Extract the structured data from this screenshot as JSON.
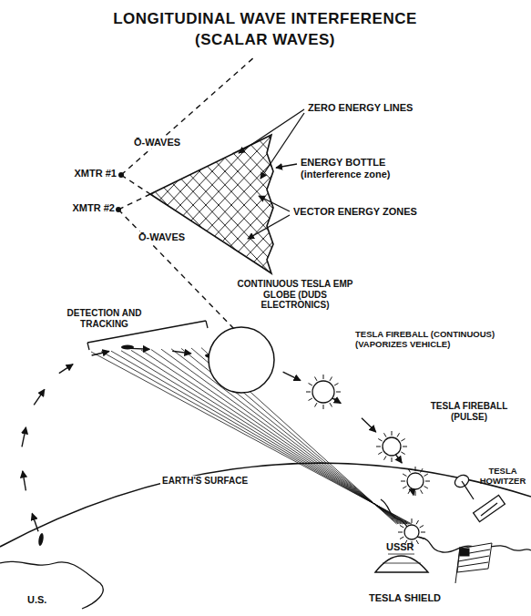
{
  "diagram": {
    "title": "LONGITUDINAL WAVE INTERFERENCE (SCALAR WAVES)",
    "labels": [
      "XMTR #1",
      "Ō-WAVES",
      "ZERO ENERGY LINES",
      "ENERGY BOTTLE (interference zone)",
      "XMTR #2",
      "Ō-WAVES",
      "VECTOR ENERGY ZONES",
      "DETECTION AND TRACKING",
      "CONTINUOUS TESLA EMP GLOBE (DUDS ELECTRONICS)",
      "TESLA FIREBALL (CONTINUOUS) (VAPORIZES VEHICLE)",
      "TESLA FIREBALL (PULSE)",
      "TESLA HOWITZER",
      "EARTH'S SURFACE",
      "USSR",
      "TESLA SHIELD",
      "U.S."
    ]
  }
}
